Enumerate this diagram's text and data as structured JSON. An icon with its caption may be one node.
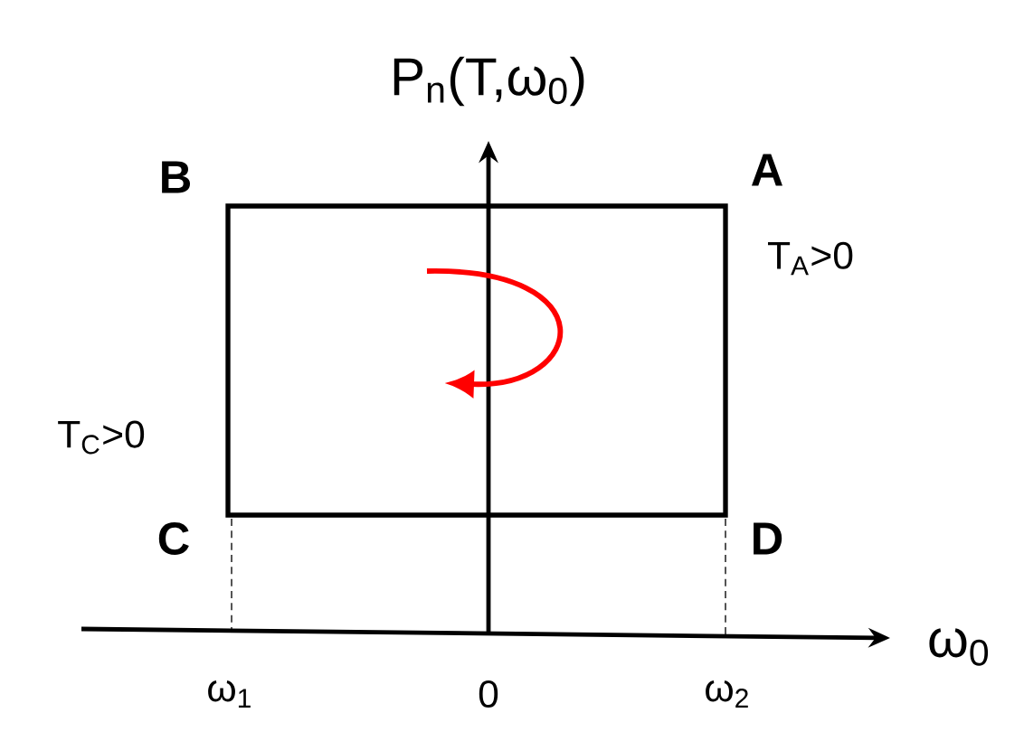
{
  "diagram": {
    "labels": [
      "P$_{n}$(T,ω$_{0}$)",
      "B",
      "A",
      "T$_{A}$>0",
      "T$_{C}$>0",
      "C",
      "D",
      "ω$_{0}$",
      "ω$_{1}$",
      "0",
      "ω$_{2}$"
    ]
  }
}
